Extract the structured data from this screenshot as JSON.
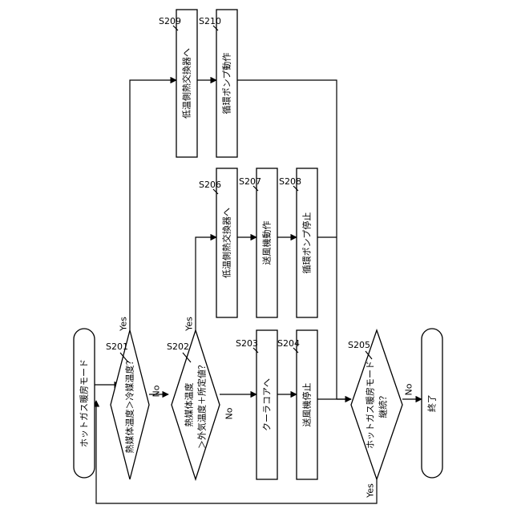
{
  "steps": {
    "start": {
      "text": "ホットガス暖房モード"
    },
    "s201": {
      "id": "S201",
      "text": "熱媒体温度＞冷媒温度？"
    },
    "s202": {
      "id": "S202",
      "line1": "熱媒体温度",
      "line2": "＞外気温度＋所定値？"
    },
    "s203": {
      "id": "S203",
      "text": "クーラコアへ"
    },
    "s204": {
      "id": "S204",
      "text": "送風機停止"
    },
    "s205": {
      "id": "S205",
      "line1": "ホットガス暖房モード",
      "line2": "継続？"
    },
    "s206": {
      "id": "S206",
      "text": "低温側熱交換器へ"
    },
    "s207": {
      "id": "S207",
      "text": "送風機動作"
    },
    "s208": {
      "id": "S208",
      "text": "循環ポンプ停止"
    },
    "s209": {
      "id": "S209",
      "text": "低温側熱交換器へ"
    },
    "s210": {
      "id": "S210",
      "text": "循環ポンプ動作"
    },
    "end": {
      "text": "終了"
    }
  },
  "branches": {
    "s201_yes": "Yes",
    "s201_no": "No",
    "s202_yes": "Yes",
    "s202_no": "No",
    "s205_yes": "Yes",
    "s205_no": "No"
  }
}
